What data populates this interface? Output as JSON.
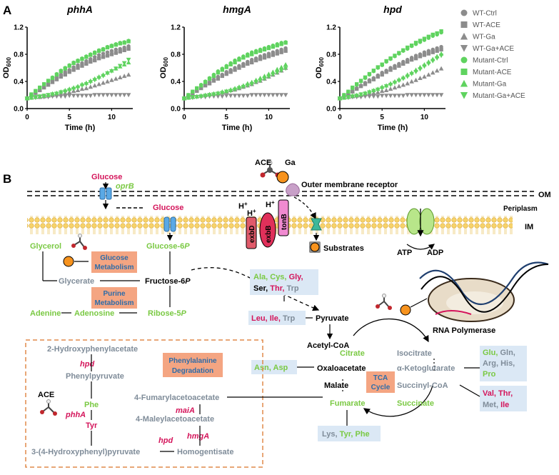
{
  "panel_a_label": "A",
  "panel_b_label": "B",
  "colors": {
    "green": "#7ac943",
    "gray": "#8c8c8c",
    "red": "#d4145a",
    "orange_box": "#f4a582",
    "blue_box": "#dbe8f5"
  },
  "chart_data": [
    {
      "type": "scatter",
      "title": "phhA",
      "xlabel": "Time (h)",
      "ylabel": "OD600",
      "xlim": [
        0,
        12.5
      ],
      "ylim": [
        0,
        1.2
      ],
      "xticks": [
        "0",
        "5",
        "10"
      ],
      "yticks": [
        "0.0",
        "0.4",
        "0.8",
        "1.2"
      ],
      "x": [
        0,
        0.5,
        1,
        1.5,
        2,
        2.5,
        3,
        3.5,
        4,
        4.5,
        5,
        5.5,
        6,
        6.5,
        7,
        7.5,
        8,
        8.5,
        9,
        9.5,
        10,
        10.5,
        11,
        11.5,
        12
      ],
      "series": [
        {
          "name": "WT-Ctrl",
          "values": [
            0.15,
            0.2,
            0.24,
            0.29,
            0.33,
            0.37,
            0.42,
            0.46,
            0.5,
            0.54,
            0.57,
            0.61,
            0.64,
            0.67,
            0.7,
            0.73,
            0.76,
            0.79,
            0.81,
            0.83,
            0.85,
            0.87,
            0.88,
            0.9,
            0.92
          ]
        },
        {
          "name": "WT-ACE",
          "values": [
            0.15,
            0.19,
            0.23,
            0.27,
            0.31,
            0.35,
            0.39,
            0.43,
            0.47,
            0.5,
            0.54,
            0.57,
            0.6,
            0.63,
            0.66,
            0.69,
            0.71,
            0.74,
            0.76,
            0.78,
            0.8,
            0.82,
            0.84,
            0.86,
            0.88
          ]
        },
        {
          "name": "WT-Ga",
          "values": [
            0.15,
            0.16,
            0.17,
            0.17,
            0.18,
            0.19,
            0.2,
            0.21,
            0.22,
            0.23,
            0.24,
            0.26,
            0.27,
            0.29,
            0.3,
            0.32,
            0.34,
            0.36,
            0.38,
            0.4,
            0.42,
            0.44,
            0.46,
            0.48,
            0.5
          ]
        },
        {
          "name": "WT-Ga+ACE",
          "values": [
            0.15,
            0.16,
            0.16,
            0.17,
            0.17,
            0.17,
            0.18,
            0.18,
            0.18,
            0.18,
            0.19,
            0.19,
            0.19,
            0.19,
            0.19,
            0.19,
            0.2,
            0.2,
            0.2,
            0.2,
            0.2,
            0.2,
            0.2,
            0.2,
            0.2
          ]
        },
        {
          "name": "Mutant-Ctrl",
          "values": [
            0.15,
            0.21,
            0.26,
            0.31,
            0.36,
            0.41,
            0.46,
            0.51,
            0.56,
            0.6,
            0.64,
            0.68,
            0.71,
            0.74,
            0.77,
            0.8,
            0.83,
            0.86,
            0.88,
            0.91,
            0.93,
            0.95,
            0.97,
            0.98,
            1.0
          ]
        },
        {
          "name": "Mutant-ACE",
          "values": [
            0.15,
            0.21,
            0.26,
            0.31,
            0.36,
            0.41,
            0.45,
            0.5,
            0.55,
            0.59,
            0.63,
            0.67,
            0.7,
            0.73,
            0.76,
            0.79,
            0.82,
            0.85,
            0.87,
            0.9,
            0.92,
            0.94,
            0.96,
            0.97,
            0.99
          ]
        },
        {
          "name": "Mutant-Ga",
          "values": [
            0.15,
            0.16,
            0.17,
            0.18,
            0.19,
            0.2,
            0.22,
            0.23,
            0.25,
            0.27,
            0.29,
            0.31,
            0.33,
            0.36,
            0.38,
            0.41,
            0.44,
            0.47,
            0.5,
            0.53,
            0.56,
            0.59,
            0.62,
            0.65,
            0.68
          ]
        },
        {
          "name": "Mutant-Ga+ACE",
          "values": [
            0.15,
            0.16,
            0.17,
            0.18,
            0.19,
            0.2,
            0.21,
            0.22,
            0.24,
            0.25,
            0.27,
            0.29,
            0.31,
            0.34,
            0.36,
            0.39,
            0.42,
            0.45,
            0.48,
            0.52,
            0.55,
            0.59,
            0.63,
            0.67,
            0.72
          ]
        }
      ]
    },
    {
      "type": "scatter",
      "title": "hmgA",
      "xlabel": "Time (h)",
      "ylabel": "OD600",
      "xlim": [
        0,
        12.5
      ],
      "ylim": [
        0,
        1.2
      ],
      "xticks": [
        "0",
        "5",
        "10"
      ],
      "yticks": [
        "0.0",
        "0.4",
        "0.8",
        "1.2"
      ],
      "x": [
        0,
        0.5,
        1,
        1.5,
        2,
        2.5,
        3,
        3.5,
        4,
        4.5,
        5,
        5.5,
        6,
        6.5,
        7,
        7.5,
        8,
        8.5,
        9,
        9.5,
        10,
        10.5,
        11,
        11.5,
        12
      ],
      "series": [
        {
          "name": "WT-Ctrl",
          "values": [
            0.15,
            0.19,
            0.23,
            0.27,
            0.31,
            0.35,
            0.39,
            0.43,
            0.47,
            0.5,
            0.54,
            0.57,
            0.6,
            0.63,
            0.66,
            0.69,
            0.72,
            0.74,
            0.77,
            0.79,
            0.81,
            0.83,
            0.85,
            0.87,
            0.89
          ]
        },
        {
          "name": "WT-ACE",
          "values": [
            0.15,
            0.18,
            0.22,
            0.26,
            0.3,
            0.34,
            0.37,
            0.41,
            0.44,
            0.48,
            0.51,
            0.54,
            0.57,
            0.6,
            0.63,
            0.66,
            0.68,
            0.71,
            0.73,
            0.75,
            0.77,
            0.79,
            0.81,
            0.83,
            0.85
          ]
        },
        {
          "name": "WT-Ga",
          "values": [
            0.15,
            0.16,
            0.17,
            0.18,
            0.19,
            0.2,
            0.21,
            0.22,
            0.23,
            0.24,
            0.25,
            0.27,
            0.28,
            0.3,
            0.32,
            0.34,
            0.36,
            0.39,
            0.41,
            0.44,
            0.47,
            0.5,
            0.53,
            0.56,
            0.6
          ]
        },
        {
          "name": "WT-Ga+ACE",
          "values": [
            0.15,
            0.16,
            0.16,
            0.17,
            0.17,
            0.17,
            0.18,
            0.18,
            0.18,
            0.18,
            0.19,
            0.19,
            0.19,
            0.19,
            0.19,
            0.19,
            0.2,
            0.2,
            0.2,
            0.2,
            0.2,
            0.2,
            0.2,
            0.2,
            0.2
          ]
        },
        {
          "name": "Mutant-Ctrl",
          "values": [
            0.15,
            0.2,
            0.25,
            0.3,
            0.35,
            0.4,
            0.45,
            0.5,
            0.55,
            0.59,
            0.63,
            0.67,
            0.71,
            0.74,
            0.77,
            0.8,
            0.83,
            0.85,
            0.87,
            0.89,
            0.91,
            0.93,
            0.95,
            0.97,
            0.98
          ]
        },
        {
          "name": "Mutant-ACE",
          "values": [
            0.15,
            0.2,
            0.25,
            0.3,
            0.34,
            0.39,
            0.44,
            0.48,
            0.53,
            0.57,
            0.61,
            0.65,
            0.68,
            0.72,
            0.75,
            0.78,
            0.8,
            0.83,
            0.85,
            0.87,
            0.89,
            0.91,
            0.93,
            0.95,
            0.97
          ]
        },
        {
          "name": "Mutant-Ga",
          "values": [
            0.15,
            0.16,
            0.17,
            0.18,
            0.19,
            0.2,
            0.21,
            0.22,
            0.23,
            0.25,
            0.26,
            0.28,
            0.3,
            0.32,
            0.34,
            0.37,
            0.39,
            0.42,
            0.45,
            0.48,
            0.51,
            0.54,
            0.58,
            0.61,
            0.65
          ]
        },
        {
          "name": "Mutant-Ga+ACE",
          "values": [
            0.15,
            0.16,
            0.17,
            0.17,
            0.18,
            0.19,
            0.2,
            0.21,
            0.22,
            0.23,
            0.25,
            0.26,
            0.28,
            0.3,
            0.32,
            0.34,
            0.36,
            0.39,
            0.41,
            0.44,
            0.47,
            0.5,
            0.53,
            0.56,
            0.59
          ]
        }
      ]
    },
    {
      "type": "scatter",
      "title": "hpd",
      "xlabel": "Time (h)",
      "ylabel": "OD600",
      "xlim": [
        0,
        12.5
      ],
      "ylim": [
        0,
        1.2
      ],
      "xticks": [
        "0",
        "5",
        "10"
      ],
      "yticks": [
        "0.0",
        "0.4",
        "0.8",
        "1.2"
      ],
      "x": [
        0,
        0.5,
        1,
        1.5,
        2,
        2.5,
        3,
        3.5,
        4,
        4.5,
        5,
        5.5,
        6,
        6.5,
        7,
        7.5,
        8,
        8.5,
        9,
        9.5,
        10,
        10.5,
        11,
        11.5,
        12
      ],
      "series": [
        {
          "name": "WT-Ctrl",
          "values": [
            0.15,
            0.18,
            0.22,
            0.26,
            0.3,
            0.34,
            0.38,
            0.42,
            0.45,
            0.49,
            0.53,
            0.56,
            0.6,
            0.63,
            0.66,
            0.69,
            0.72,
            0.75,
            0.78,
            0.8,
            0.83,
            0.85,
            0.87,
            0.89,
            0.91
          ]
        },
        {
          "name": "WT-ACE",
          "values": [
            0.15,
            0.18,
            0.22,
            0.25,
            0.29,
            0.33,
            0.36,
            0.4,
            0.43,
            0.47,
            0.5,
            0.54,
            0.57,
            0.6,
            0.63,
            0.66,
            0.69,
            0.72,
            0.74,
            0.77,
            0.79,
            0.81,
            0.83,
            0.85,
            0.87
          ]
        },
        {
          "name": "WT-Ga",
          "values": [
            0.15,
            0.16,
            0.17,
            0.18,
            0.19,
            0.2,
            0.21,
            0.22,
            0.23,
            0.24,
            0.26,
            0.27,
            0.29,
            0.31,
            0.33,
            0.35,
            0.37,
            0.4,
            0.42,
            0.45,
            0.47,
            0.5,
            0.53,
            0.56,
            0.59
          ]
        },
        {
          "name": "WT-Ga+ACE",
          "values": [
            0.15,
            0.16,
            0.16,
            0.17,
            0.17,
            0.17,
            0.18,
            0.18,
            0.18,
            0.18,
            0.19,
            0.19,
            0.19,
            0.19,
            0.19,
            0.19,
            0.2,
            0.2,
            0.2,
            0.2,
            0.2,
            0.2,
            0.2,
            0.2,
            0.2
          ]
        },
        {
          "name": "Mutant-Ctrl",
          "values": [
            0.15,
            0.2,
            0.25,
            0.3,
            0.35,
            0.4,
            0.45,
            0.5,
            0.55,
            0.6,
            0.64,
            0.69,
            0.73,
            0.77,
            0.81,
            0.85,
            0.88,
            0.92,
            0.95,
            0.98,
            1.01,
            1.04,
            1.07,
            1.09,
            1.12
          ]
        },
        {
          "name": "Mutant-ACE",
          "values": [
            0.15,
            0.2,
            0.25,
            0.31,
            0.36,
            0.41,
            0.46,
            0.51,
            0.56,
            0.61,
            0.65,
            0.7,
            0.74,
            0.78,
            0.82,
            0.86,
            0.9,
            0.93,
            0.97,
            1.0,
            1.03,
            1.06,
            1.09,
            1.11,
            1.14
          ]
        },
        {
          "name": "Mutant-Ga",
          "values": [
            0.15,
            0.16,
            0.17,
            0.19,
            0.2,
            0.21,
            0.23,
            0.25,
            0.27,
            0.29,
            0.32,
            0.34,
            0.37,
            0.4,
            0.43,
            0.46,
            0.5,
            0.53,
            0.57,
            0.61,
            0.65,
            0.69,
            0.73,
            0.77,
            0.81
          ]
        },
        {
          "name": "Mutant-Ga+ACE",
          "values": [
            0.15,
            0.16,
            0.17,
            0.18,
            0.19,
            0.21,
            0.22,
            0.24,
            0.26,
            0.28,
            0.3,
            0.33,
            0.35,
            0.38,
            0.41,
            0.44,
            0.47,
            0.51,
            0.54,
            0.58,
            0.62,
            0.66,
            0.7,
            0.74,
            0.78
          ]
        }
      ]
    }
  ],
  "legend": {
    "entries": [
      "WT-Ctrl",
      "WT-ACE",
      "WT-Ga",
      "WT-Ga+ACE",
      "Mutant-Ctrl",
      "Mutant-ACE",
      "Mutant-Ga",
      "Mutant-Ga+ACE"
    ]
  },
  "diagram": {
    "ace": "ACE",
    "ga": "Ga",
    "outer_membrane_receptor": "Outer membrane receptor",
    "om": "OM",
    "periplasm": "Periplasm",
    "im": "IM",
    "glucose_out": "Glucose",
    "oprB": "oprB",
    "glucose_in": "Glucose",
    "h1": "H",
    "h2": "H",
    "h3": "H",
    "plus": "+",
    "exbD": "exbD",
    "exbB": "exbB",
    "tonB": "tonB",
    "substrates": "Substrates",
    "atp": "ATP",
    "adp": "ADP",
    "glycerol": "Glycerol",
    "glucose6p": "Glucose-6",
    "fructose6p": "Fructose-6",
    "glycerate": "Glycerate",
    "ribose5p": "Ribose-5",
    "p_italic": "P",
    "adenine": "Adenine",
    "adenosine": "Adenosine",
    "glucose_metabolism_1": "Glucose",
    "glucose_metabolism_2": "Metabolism",
    "purine_metabolism_1": "Purine",
    "purine_metabolism_2": "Metabolism",
    "pyruvate": "Pyruvate",
    "acetyl_coa": "Acetyl-CoA",
    "citrate": "Citrate",
    "isocitrate": "Isocitrate",
    "a_ketoglutarate": "α-Ketoglutarate",
    "succinyl_coa": "Succinyl-CoA",
    "succinate": "Succinate",
    "fumarate": "Fumarate",
    "malate": "Malate",
    "oxaloacetate": "Oxaloacetate",
    "tca_1": "TCA",
    "tca_2": "Cycle",
    "rna_polymerase": "RNA Polymerase",
    "aa_top": {
      "ala": "Ala,",
      "cys": "Cys,",
      "gly": "Gly,",
      "ser": "Ser,",
      "thr": "Thr,",
      "trp": "Trp"
    },
    "aa_pyr": {
      "leu": "Leu,",
      "ile": "Ile,",
      "trp": "Trp"
    },
    "aa_oaa": {
      "asn": "Asn,",
      "asp": "Asp"
    },
    "aa_akg": {
      "glu": "Glu,",
      "gln": "Gln,",
      "arg": "Arg,",
      "his": "His,",
      "pro": "Pro"
    },
    "aa_scoa": {
      "val": "Val,",
      "thr": "Thr,",
      "met": "Met,",
      "ile": "Ile"
    },
    "aa_fum": {
      "lys": "Lys,",
      "tyr": "Tyr,",
      "phe": "Phe"
    },
    "hpa": "2-Hydroxyphenylacetate",
    "hpd1": "hpd",
    "phenylpyruvate": "Phenylpyruvate",
    "phe": "Phe",
    "phhA": "phhA",
    "tyr": "Tyr",
    "hpp": "3-(4-Hydroxyphenyl)pyruvate",
    "hpd2": "hpd",
    "homogentisate": "Homogentisate",
    "hmgA": "hmgA",
    "maleylacetoacetate": "4-Maleylacetoacetate",
    "maiA": "maiA",
    "fumarylacetoacetate": "4-Fumarylacetoacetate",
    "phe_deg_1": "Phenylalanine",
    "phe_deg_2": "Degradation",
    "ace_box": "ACE"
  }
}
